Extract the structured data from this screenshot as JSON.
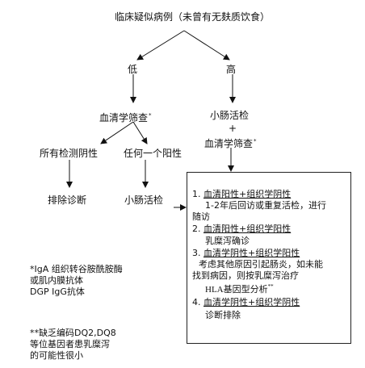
{
  "nodes": {
    "root": "临床疑似病例（未曾有无麸质饮食）",
    "low": "低",
    "high": "高",
    "serology": "血清学筛查",
    "serology_mark": "*",
    "biopsy_top": "小肠活检",
    "plus": "+",
    "serology_right": "血清学筛查",
    "serology_right_mark": "*",
    "all_negative": "所有检测阴性",
    "any_positive": "任何一个阳性",
    "exclude": "排除诊断",
    "biopsy_bottom": "小肠活检"
  },
  "results_box": {
    "items": [
      {
        "num": "1.",
        "title": "血清阳性+组织学阴性",
        "body": [
          "1-2年后回访或重复活检，进行",
          "随访"
        ]
      },
      {
        "num": "2.",
        "title": "血清阳性+组织学阳性",
        "body": [
          "乳糜泻确诊"
        ]
      },
      {
        "num": "3.",
        "title": "血清学阴性+组织学阳性",
        "body": [
          "考虑其他原因引起肠炎，如未能",
          "找到病因，则按乳糜泻治疗",
          "HLA基因型分析"
        ],
        "mark": "**"
      },
      {
        "num": "4.",
        "title": "血清学阴性+组织学阴性",
        "body": [
          "诊断排除"
        ]
      }
    ]
  },
  "footnotes": {
    "note1": [
      "*IgA 组织转谷胺酰胺酶",
      "或肌内膜抗体",
      "DGP IgG抗体"
    ],
    "note2": [
      "**缺乏编码DQ2,DQ8",
      "等位基因者患乳糜泻",
      "的可能性很小"
    ]
  }
}
